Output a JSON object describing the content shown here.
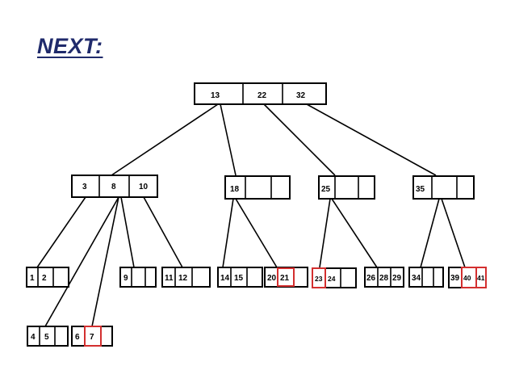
{
  "heading": "NEXT:",
  "colors": {
    "highlight": "#d32f2f",
    "heading": "#1f2a6b"
  },
  "nodes": {
    "root": {
      "keys": [
        "13",
        "22",
        "32"
      ]
    },
    "n3_8_10": {
      "keys": [
        "3",
        "8",
        "10"
      ]
    },
    "n18": {
      "keys": [
        "18",
        "",
        ""
      ]
    },
    "n25": {
      "keys": [
        "25",
        "",
        ""
      ]
    },
    "n35": {
      "keys": [
        "35",
        "",
        ""
      ]
    },
    "l1_2": {
      "keys": [
        "1",
        "2",
        ""
      ]
    },
    "l9": {
      "keys": [
        "9",
        "",
        ""
      ]
    },
    "l11_12": {
      "keys": [
        "11",
        "12",
        ""
      ]
    },
    "l14_15": {
      "keys": [
        "14",
        "15",
        ""
      ]
    },
    "l20_21": {
      "keys": [
        "20",
        "21",
        ""
      ],
      "highlighted": [
        "21"
      ]
    },
    "l23_24": {
      "keys": [
        "23",
        "24",
        ""
      ],
      "highlighted": [
        "23"
      ]
    },
    "l26_28_29": {
      "keys": [
        "26",
        "28",
        "29"
      ]
    },
    "l34": {
      "keys": [
        "34",
        "",
        ""
      ]
    },
    "l39_40_41": {
      "keys": [
        "39",
        "40",
        "41"
      ],
      "highlighted": [
        "40",
        "41"
      ]
    },
    "l4_5": {
      "keys": [
        "4",
        "5",
        ""
      ]
    },
    "l6_7": {
      "keys": [
        "6",
        "7",
        ""
      ],
      "highlighted": [
        "7"
      ]
    }
  }
}
